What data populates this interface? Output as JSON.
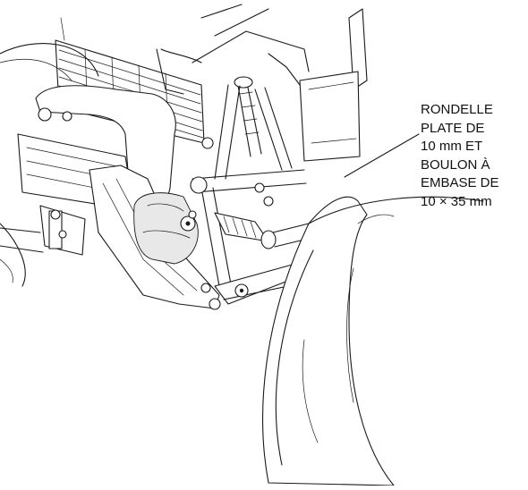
{
  "callout": {
    "lines": [
      "RONDELLE",
      "PLATE DE",
      "10 mm ET",
      "BOULON À",
      "EMBASE DE",
      "10 × 35 mm"
    ]
  },
  "icons": {
    "main": "vehicle-front-suspension-illustration"
  }
}
